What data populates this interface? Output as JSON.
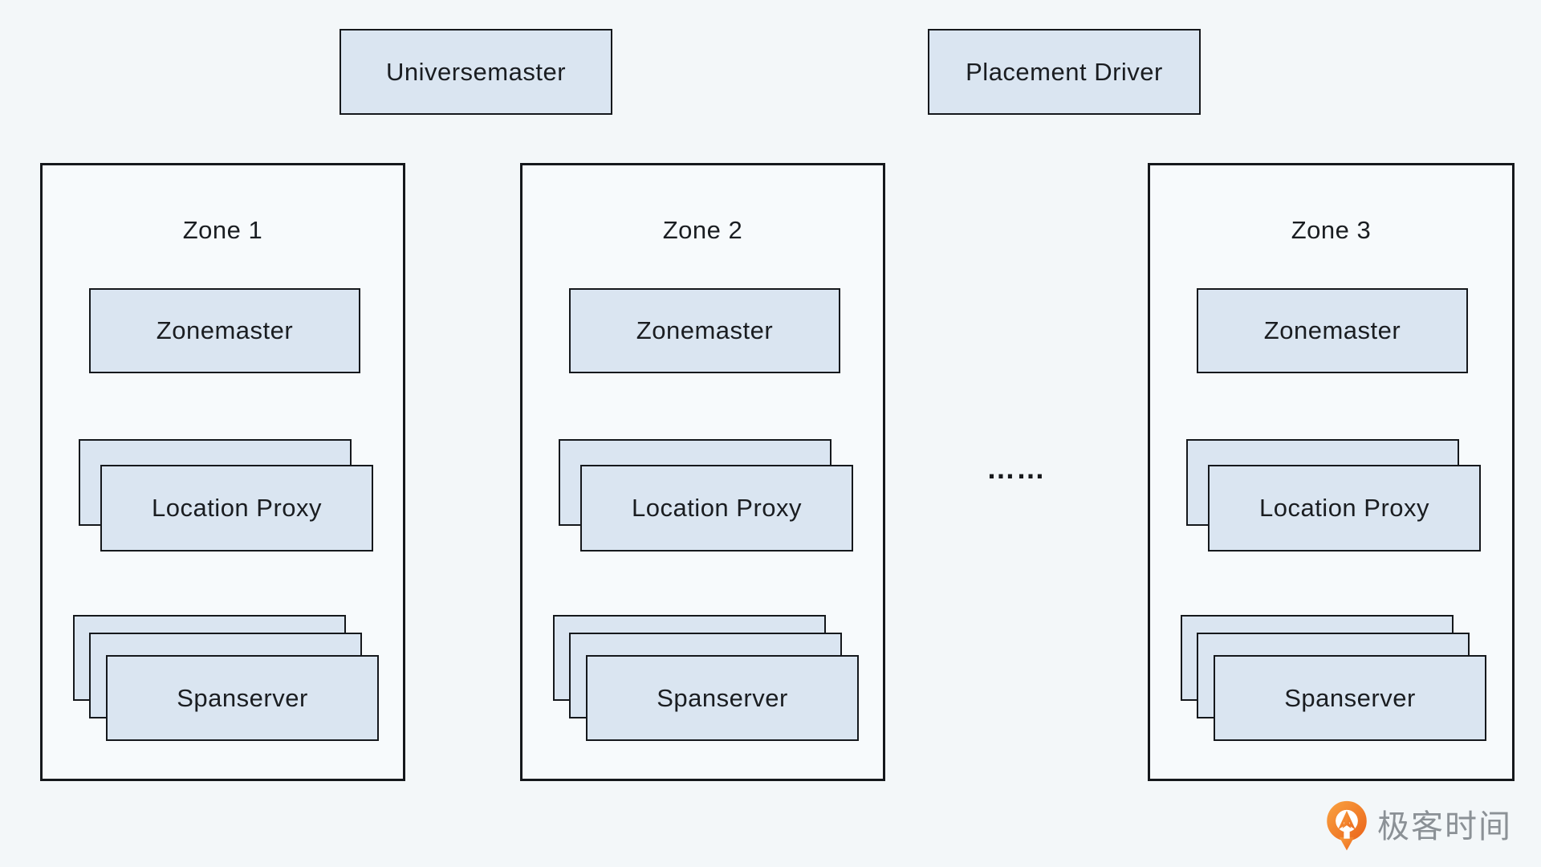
{
  "page": {
    "background_color": "#f3f7f9"
  },
  "colors": {
    "box_fill": "#dae5f1",
    "box_border": "#15181c",
    "zone_fill": "#f7fafc",
    "text": "#1a1d21",
    "logo_orange": "#f07423",
    "logo_orange_light": "#f89c3d",
    "logo_text_gray": "#8b9196"
  },
  "top_row": {
    "universemaster": "Universemaster",
    "placement_driver": "Placement Driver"
  },
  "zones": [
    {
      "title": "Zone 1",
      "zonemaster": "Zonemaster",
      "location_proxy": "Location Proxy",
      "spanserver": "Spanserver"
    },
    {
      "title": "Zone 2",
      "zonemaster": "Zonemaster",
      "location_proxy": "Location Proxy",
      "spanserver": "Spanserver"
    },
    {
      "title": "Zone 3",
      "zonemaster": "Zonemaster",
      "location_proxy": "Location Proxy",
      "spanserver": "Spanserver"
    }
  ],
  "separator": {
    "ellipsis": "……"
  },
  "watermark": {
    "brand": "极客时间"
  }
}
